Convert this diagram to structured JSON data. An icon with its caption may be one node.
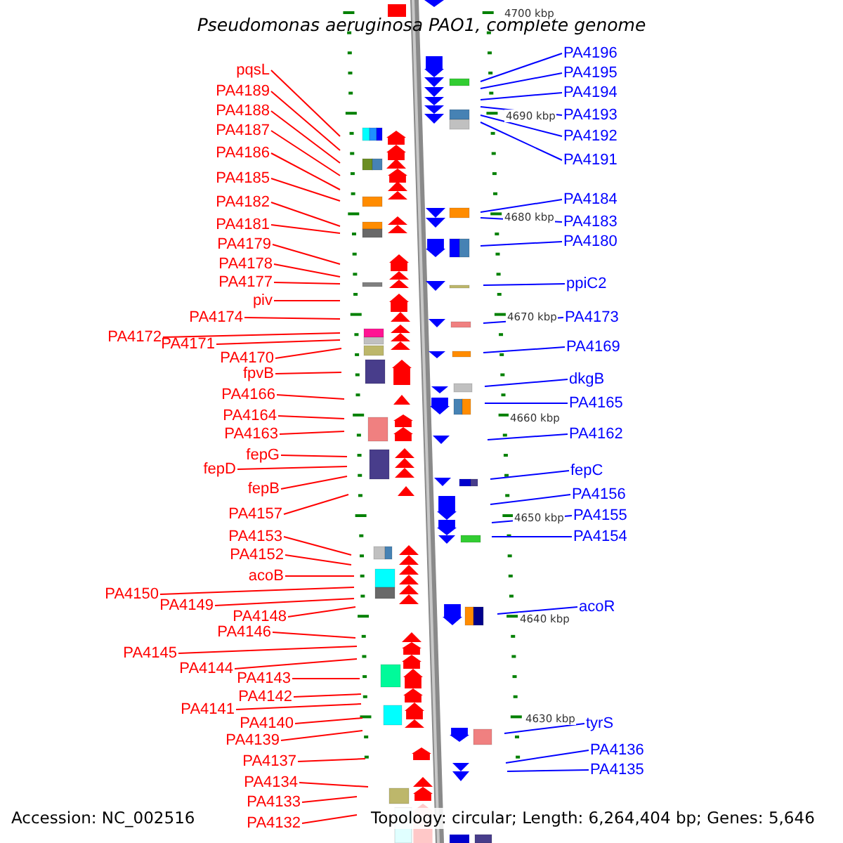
{
  "diagram": {
    "title": "Pseudomonas aeruginosa PAO1, complete genome",
    "nodes": [
      {
        "text": [
          "pqsL"
        ]
      },
      {
        "text": [
          "PA4189"
        ]
      },
      {
        "text": [
          "PA4188"
        ]
      },
      {
        "text": [
          "PA4187"
        ]
      },
      {
        "text": [
          "PA4186"
        ]
      },
      {
        "text": [
          "PA4185"
        ]
      },
      {
        "text": [
          "PA4182"
        ]
      },
      {
        "text": [
          "PA4181"
        ]
      },
      {
        "text": [
          "PA4179"
        ]
      },
      {
        "text": [
          "PA4178"
        ]
      },
      {
        "text": [
          "PA4177"
        ]
      },
      {
        "text": [
          "piv"
        ]
      },
      {
        "text": [
          "PA4174"
        ]
      },
      {
        "text": [
          "PA4172"
        ]
      },
      {
        "text": [
          "PA4171"
        ]
      },
      {
        "text": [
          "PA4170"
        ]
      },
      {
        "text": [
          "fpvB"
        ]
      },
      {
        "text": [
          "PA4166"
        ]
      },
      {
        "text": [
          "PA4164"
        ]
      },
      {
        "text": [
          "PA4163"
        ]
      },
      {
        "text": [
          "fepG"
        ]
      },
      {
        "text": [
          "fepD"
        ]
      },
      {
        "text": [
          "fepB"
        ]
      },
      {
        "text": [
          "PA4157"
        ]
      },
      {
        "text": [
          "PA4153"
        ]
      },
      {
        "text": [
          "PA4152"
        ]
      },
      {
        "text": [
          "acoB"
        ]
      },
      {
        "text": [
          "PA4150"
        ]
      },
      {
        "text": [
          "PA4149"
        ]
      },
      {
        "text": [
          "PA4148"
        ]
      },
      {
        "text": [
          "PA4146"
        ]
      },
      {
        "text": [
          "PA4145"
        ]
      },
      {
        "text": [
          "PA4144"
        ]
      },
      {
        "text": [
          "PA4143"
        ]
      },
      {
        "text": [
          "PA4142"
        ]
      },
      {
        "text": [
          "PA4141"
        ]
      },
      {
        "text": [
          "PA4140"
        ]
      },
      {
        "text": [
          "PA4139"
        ]
      },
      {
        "text": [
          "PA4137"
        ]
      },
      {
        "text": [
          "PA4134"
        ]
      },
      {
        "text": [
          "PA4133"
        ]
      },
      {
        "text": [
          "PA4132"
        ]
      },
      {
        "text": [
          "PA4196"
        ]
      },
      {
        "text": [
          "PA4195"
        ]
      },
      {
        "text": [
          "PA4194"
        ]
      },
      {
        "text": [
          "PA4193"
        ]
      },
      {
        "text": [
          "PA4192"
        ]
      },
      {
        "text": [
          "PA4191"
        ]
      },
      {
        "text": [
          "PA4184"
        ]
      },
      {
        "text": [
          "PA4183"
        ]
      },
      {
        "text": [
          "PA4180"
        ]
      },
      {
        "text": [
          "ppiC2"
        ]
      },
      {
        "text": [
          "PA4173"
        ]
      },
      {
        "text": [
          "PA4169"
        ]
      },
      {
        "text": [
          "dkgB"
        ]
      },
      {
        "text": [
          "PA4165"
        ]
      },
      {
        "text": [
          "PA4162"
        ]
      },
      {
        "text": [
          "fepC"
        ]
      },
      {
        "text": [
          "PA4156"
        ]
      },
      {
        "text": [
          "PA4155"
        ]
      },
      {
        "text": [
          "PA4154"
        ]
      },
      {
        "text": [
          "acoR"
        ]
      },
      {
        "text": [
          "tyrS"
        ]
      },
      {
        "text": [
          "PA4136"
        ]
      },
      {
        "text": [
          "PA4135"
        ]
      }
    ],
    "edges": [
      {
        "from": 0,
        "to": null,
        "arrow": "none"
      },
      {
        "from": 1,
        "to": null,
        "arrow": "none"
      },
      {
        "from": 2,
        "to": null,
        "arrow": "none"
      },
      {
        "from": 3,
        "to": null,
        "arrow": "none"
      },
      {
        "from": 4,
        "to": null,
        "arrow": "none"
      },
      {
        "from": 5,
        "to": null,
        "arrow": "none"
      },
      {
        "from": 6,
        "to": null,
        "arrow": "none"
      },
      {
        "from": 7,
        "to": null,
        "arrow": "none"
      },
      {
        "from": 8,
        "to": null,
        "arrow": "none"
      },
      {
        "from": 9,
        "to": null,
        "arrow": "none"
      },
      {
        "from": 10,
        "to": null,
        "arrow": "none"
      },
      {
        "from": 11,
        "to": null,
        "arrow": "none"
      },
      {
        "from": 12,
        "to": null,
        "arrow": "none"
      },
      {
        "from": 13,
        "to": null,
        "arrow": "none"
      },
      {
        "from": 14,
        "to": null,
        "arrow": "none"
      },
      {
        "from": 15,
        "to": null,
        "arrow": "none"
      },
      {
        "from": 16,
        "to": null,
        "arrow": "none"
      },
      {
        "from": 17,
        "to": null,
        "arrow": "none"
      },
      {
        "from": 18,
        "to": null,
        "arrow": "none"
      },
      {
        "from": 19,
        "to": null,
        "arrow": "none"
      },
      {
        "from": 20,
        "to": null,
        "arrow": "none"
      },
      {
        "from": 21,
        "to": null,
        "arrow": "none"
      },
      {
        "from": 22,
        "to": null,
        "arrow": "none"
      },
      {
        "from": 23,
        "to": null,
        "arrow": "none"
      },
      {
        "from": 24,
        "to": null,
        "arrow": "none"
      },
      {
        "from": 25,
        "to": null,
        "arrow": "none"
      },
      {
        "from": 26,
        "to": null,
        "arrow": "none"
      },
      {
        "from": 27,
        "to": null,
        "arrow": "none"
      },
      {
        "from": 28,
        "to": null,
        "arrow": "none"
      },
      {
        "from": 29,
        "to": null,
        "arrow": "none"
      },
      {
        "from": 30,
        "to": null,
        "arrow": "none"
      },
      {
        "from": 31,
        "to": null,
        "arrow": "none"
      },
      {
        "from": 32,
        "to": null,
        "arrow": "none"
      },
      {
        "from": 33,
        "to": null,
        "arrow": "none"
      },
      {
        "from": 34,
        "to": null,
        "arrow": "none"
      },
      {
        "from": 35,
        "to": null,
        "arrow": "none"
      },
      {
        "from": 36,
        "to": null,
        "arrow": "none"
      },
      {
        "from": 37,
        "to": null,
        "arrow": "none"
      },
      {
        "from": 38,
        "to": null,
        "arrow": "none"
      },
      {
        "from": 39,
        "to": null,
        "arrow": "none"
      },
      {
        "from": 40,
        "to": null,
        "arrow": "none"
      },
      {
        "from": 41,
        "to": null,
        "arrow": "none"
      },
      {
        "from": 42,
        "to": null,
        "arrow": "none",
        "color": "#0000ff"
      },
      {
        "from": 43,
        "to": null,
        "arrow": "none",
        "color": "#0000ff"
      },
      {
        "from": 44,
        "to": null,
        "arrow": "none",
        "color": "#0000ff"
      },
      {
        "from": 45,
        "to": null,
        "arrow": "none",
        "color": "#0000ff"
      },
      {
        "from": 46,
        "to": null,
        "arrow": "none",
        "color": "#0000ff"
      },
      {
        "from": 47,
        "to": null,
        "arrow": "none",
        "color": "#0000ff"
      },
      {
        "from": 48,
        "to": null,
        "arrow": "none",
        "color": "#0000ff"
      },
      {
        "from": 49,
        "to": null,
        "arrow": "none",
        "color": "#0000ff"
      },
      {
        "from": 50,
        "to": null,
        "arrow": "none",
        "color": "#0000ff"
      },
      {
        "from": 51,
        "to": null,
        "arrow": "none",
        "color": "#0000ff"
      },
      {
        "from": 52,
        "to": null,
        "arrow": "none",
        "color": "#0000ff"
      },
      {
        "from": 53,
        "to": null,
        "arrow": "none",
        "color": "#0000ff"
      },
      {
        "from": 54,
        "to": null,
        "arrow": "none",
        "color": "#0000ff"
      },
      {
        "from": 55,
        "to": null,
        "arrow": "none",
        "color": "#0000ff"
      },
      {
        "from": 56,
        "to": null,
        "arrow": "none",
        "color": "#0000ff"
      },
      {
        "from": 57,
        "to": null,
        "arrow": "none",
        "color": "#0000ff"
      },
      {
        "from": 58,
        "to": null,
        "arrow": "none",
        "color": "#0000ff"
      },
      {
        "from": 59,
        "to": null,
        "arrow": "none",
        "color": "#0000ff"
      },
      {
        "from": 60,
        "to": null,
        "arrow": "none",
        "color": "#0000ff"
      },
      {
        "from": 61,
        "to": null,
        "arrow": "none",
        "color": "#0000ff"
      },
      {
        "from": 62,
        "to": null,
        "arrow": "none",
        "color": "#0000ff"
      },
      {
        "from": 63,
        "to": null,
        "arrow": "none",
        "color": "#0000ff"
      },
      {
        "from": 64,
        "to": null,
        "arrow": "none",
        "color": "#0000ff"
      }
    ],
    "labels": [
      "4700 kbp",
      "4690 kbp",
      "4680 kbp",
      "4670 kbp",
      "4660 kbp",
      "4650 kbp",
      "4640 kbp",
      "4630 kbp",
      "Accession: NC_002516",
      "Topology: circular; Length: 6,264,404 bp; Genes: 5,646"
    ]
  }
}
